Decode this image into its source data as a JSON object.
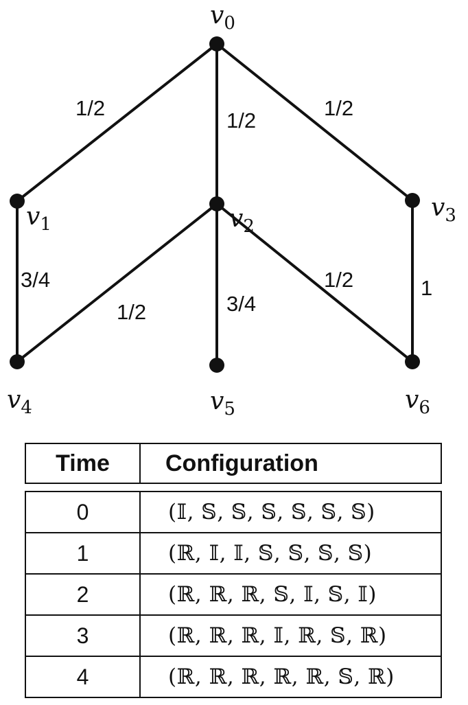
{
  "graph": {
    "vertices": [
      {
        "id": "v0",
        "base": "v",
        "sub": "0"
      },
      {
        "id": "v1",
        "base": "v",
        "sub": "1"
      },
      {
        "id": "v2",
        "base": "v",
        "sub": "2"
      },
      {
        "id": "v3",
        "base": "v",
        "sub": "3"
      },
      {
        "id": "v4",
        "base": "v",
        "sub": "4"
      },
      {
        "id": "v5",
        "base": "v",
        "sub": "5"
      },
      {
        "id": "v6",
        "base": "v",
        "sub": "6"
      }
    ],
    "edges": [
      {
        "from": "v0",
        "to": "v1",
        "weight": "1/2"
      },
      {
        "from": "v0",
        "to": "v2",
        "weight": "1/2"
      },
      {
        "from": "v0",
        "to": "v3",
        "weight": "1/2"
      },
      {
        "from": "v1",
        "to": "v4",
        "weight": "3/4"
      },
      {
        "from": "v2",
        "to": "v4",
        "weight": "1/2"
      },
      {
        "from": "v2",
        "to": "v5",
        "weight": "3/4"
      },
      {
        "from": "v2",
        "to": "v6",
        "weight": "1/2"
      },
      {
        "from": "v3",
        "to": "v6",
        "weight": "1"
      }
    ]
  },
  "table": {
    "headers": {
      "time": "Time",
      "configuration": "Configuration"
    },
    "rows": [
      {
        "time": "0",
        "configuration": "(𝕀, 𝕊, 𝕊, 𝕊, 𝕊, 𝕊, 𝕊)"
      },
      {
        "time": "1",
        "configuration": "(ℝ, 𝕀, 𝕀, 𝕊, 𝕊, 𝕊, 𝕊)"
      },
      {
        "time": "2",
        "configuration": "(ℝ, ℝ, ℝ, 𝕊, 𝕀, 𝕊, 𝕀)"
      },
      {
        "time": "3",
        "configuration": "(ℝ, ℝ, ℝ, 𝕀, ℝ, 𝕊, ℝ)"
      },
      {
        "time": "4",
        "configuration": "(ℝ, ℝ, ℝ, ℝ, ℝ, 𝕊, ℝ)"
      }
    ]
  }
}
